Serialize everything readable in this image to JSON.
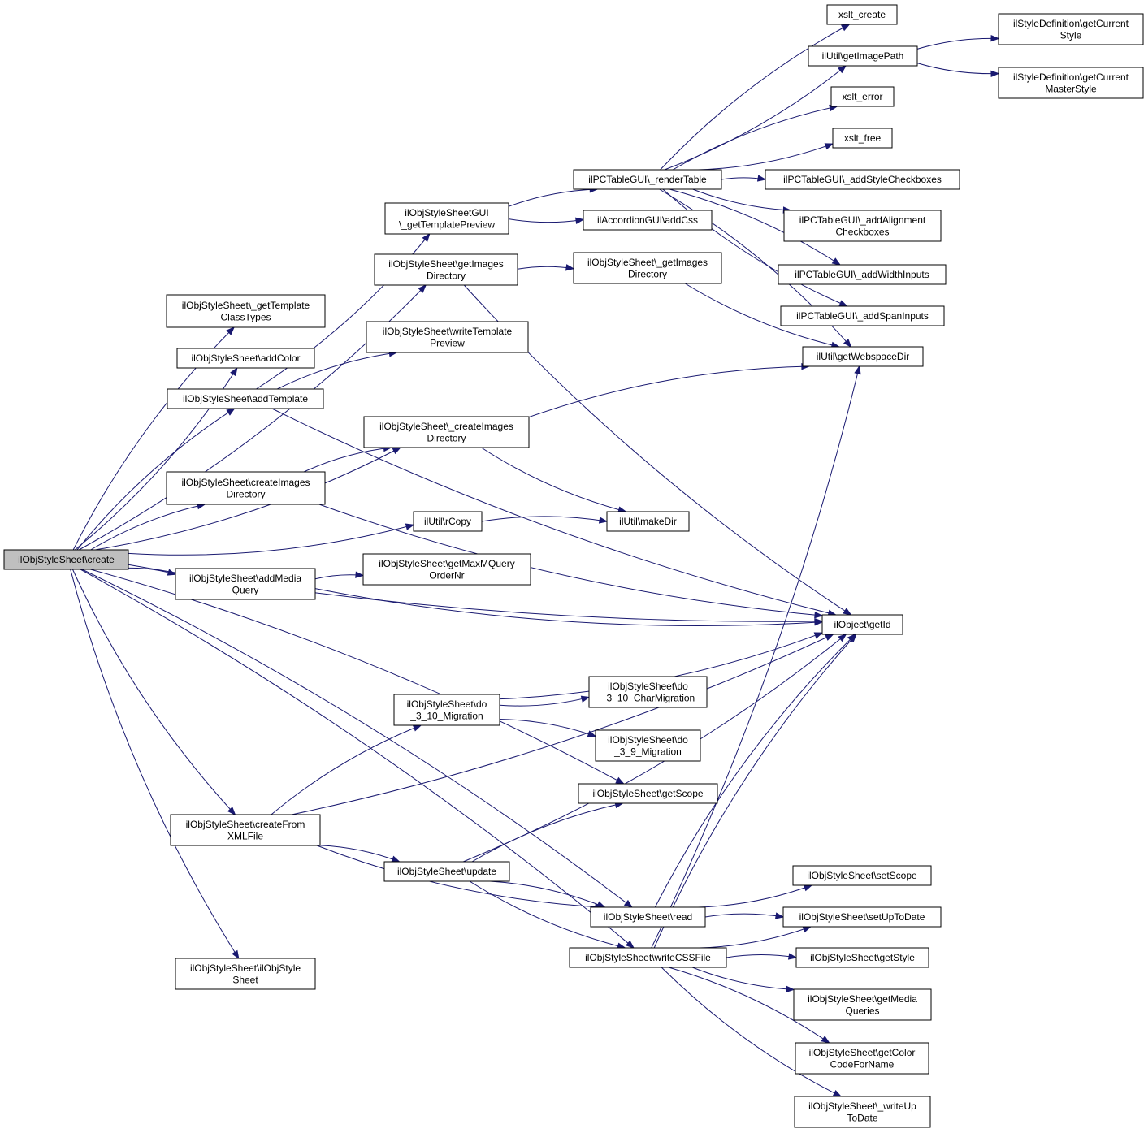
{
  "diagram": {
    "type": "call-graph",
    "edge_color": "#191970",
    "root_fill": "#bfbfbf",
    "root": "create",
    "nodes": [
      {
        "id": "create",
        "lines": [
          "ilObjStyleSheet\\create"
        ],
        "root": true
      },
      {
        "id": "getTemplateClassTypes",
        "lines": [
          "ilObjStyleSheet\\_getTemplate",
          "ClassTypes"
        ]
      },
      {
        "id": "addColor",
        "lines": [
          "ilObjStyleSheet\\addColor"
        ]
      },
      {
        "id": "addTemplate",
        "lines": [
          "ilObjStyleSheet\\addTemplate"
        ]
      },
      {
        "id": "createImagesDirectory",
        "lines": [
          "ilObjStyleSheet\\createImages",
          "Directory"
        ]
      },
      {
        "id": "addMediaQuery",
        "lines": [
          "ilObjStyleSheet\\addMedia",
          "Query"
        ]
      },
      {
        "id": "createFromXMLFile",
        "lines": [
          "ilObjStyleSheet\\createFrom",
          "XMLFile"
        ]
      },
      {
        "id": "ilObjStyleSheetCtor",
        "lines": [
          "ilObjStyleSheet\\ilObjStyle",
          "Sheet"
        ]
      },
      {
        "id": "getTemplatePreview",
        "lines": [
          "ilObjStyleSheetGUI",
          "\\_getTemplatePreview"
        ]
      },
      {
        "id": "getImagesDirectory",
        "lines": [
          "ilObjStyleSheet\\getImages",
          "Directory"
        ]
      },
      {
        "id": "writeTemplatePreview",
        "lines": [
          "ilObjStyleSheet\\writeTemplate",
          "Preview"
        ]
      },
      {
        "id": "_createImagesDirectory",
        "lines": [
          "ilObjStyleSheet\\_createImages",
          "Directory"
        ]
      },
      {
        "id": "rCopy",
        "lines": [
          "ilUtil\\rCopy"
        ]
      },
      {
        "id": "getMaxMQueryOrderNr",
        "lines": [
          "ilObjStyleSheet\\getMaxMQuery",
          "OrderNr"
        ]
      },
      {
        "id": "do310Migration",
        "lines": [
          "ilObjStyleSheet\\do",
          "_3_10_Migration"
        ]
      },
      {
        "id": "update",
        "lines": [
          "ilObjStyleSheet\\update"
        ]
      },
      {
        "id": "renderTable",
        "lines": [
          "ilPCTableGUI\\_renderTable"
        ]
      },
      {
        "id": "addCss",
        "lines": [
          "ilAccordionGUI\\addCss"
        ]
      },
      {
        "id": "_getImagesDirectory",
        "lines": [
          "ilObjStyleSheet\\_getImages",
          "Directory"
        ]
      },
      {
        "id": "makeDir",
        "lines": [
          "ilUtil\\makeDir"
        ]
      },
      {
        "id": "do310CharMigration",
        "lines": [
          "ilObjStyleSheet\\do",
          "_3_10_CharMigration"
        ]
      },
      {
        "id": "do39Migration",
        "lines": [
          "ilObjStyleSheet\\do",
          "_3_9_Migration"
        ]
      },
      {
        "id": "getScope",
        "lines": [
          "ilObjStyleSheet\\getScope"
        ]
      },
      {
        "id": "read",
        "lines": [
          "ilObjStyleSheet\\read"
        ]
      },
      {
        "id": "writeCSSFile",
        "lines": [
          "ilObjStyleSheet\\writeCSSFile"
        ]
      },
      {
        "id": "xsltCreate",
        "lines": [
          "xslt_create"
        ]
      },
      {
        "id": "getImagePath",
        "lines": [
          "ilUtil\\getImagePath"
        ]
      },
      {
        "id": "xsltError",
        "lines": [
          "xslt_error"
        ]
      },
      {
        "id": "xsltFree",
        "lines": [
          "xslt_free"
        ]
      },
      {
        "id": "addStyleCheckboxes",
        "lines": [
          "ilPCTableGUI\\_addStyleCheckboxes"
        ]
      },
      {
        "id": "addAlignmentCheckboxes",
        "lines": [
          "ilPCTableGUI\\_addAlignment",
          "Checkboxes"
        ]
      },
      {
        "id": "addWidthInputs",
        "lines": [
          "ilPCTableGUI\\_addWidthInputs"
        ]
      },
      {
        "id": "addSpanInputs",
        "lines": [
          "ilPCTableGUI\\_addSpanInputs"
        ]
      },
      {
        "id": "getWebspaceDir",
        "lines": [
          "ilUtil\\getWebspaceDir"
        ]
      },
      {
        "id": "getId",
        "lines": [
          "ilObject\\getId"
        ]
      },
      {
        "id": "setScope",
        "lines": [
          "ilObjStyleSheet\\setScope"
        ]
      },
      {
        "id": "setUpToDate",
        "lines": [
          "ilObjStyleSheet\\setUpToDate"
        ]
      },
      {
        "id": "getStyle",
        "lines": [
          "ilObjStyleSheet\\getStyle"
        ]
      },
      {
        "id": "getMediaQueries",
        "lines": [
          "ilObjStyleSheet\\getMedia",
          "Queries"
        ]
      },
      {
        "id": "getColorCodeForName",
        "lines": [
          "ilObjStyleSheet\\getColor",
          "CodeForName"
        ]
      },
      {
        "id": "writeUpToDate",
        "lines": [
          "ilObjStyleSheet\\_writeUp",
          "ToDate"
        ]
      },
      {
        "id": "getCurrentStyle",
        "lines": [
          "ilStyleDefinition\\getCurrent",
          "Style"
        ]
      },
      {
        "id": "getCurrentMasterStyle",
        "lines": [
          "ilStyleDefinition\\getCurrent",
          "MasterStyle"
        ]
      }
    ],
    "edges": [
      [
        "create",
        "getImagesDirectory"
      ],
      [
        "create",
        "getTemplateClassTypes"
      ],
      [
        "create",
        "addColor"
      ],
      [
        "create",
        "addTemplate"
      ],
      [
        "create",
        "_createImagesDirectory"
      ],
      [
        "create",
        "createImagesDirectory"
      ],
      [
        "create",
        "rCopy"
      ],
      [
        "create",
        "addMediaQuery"
      ],
      [
        "create",
        "getId"
      ],
      [
        "create",
        "getScope"
      ],
      [
        "create",
        "createFromXMLFile"
      ],
      [
        "create",
        "read"
      ],
      [
        "create",
        "ilObjStyleSheetCtor"
      ],
      [
        "create",
        "writeCSSFile"
      ],
      [
        "addTemplate",
        "getTemplatePreview"
      ],
      [
        "addTemplate",
        "writeTemplatePreview"
      ],
      [
        "addTemplate",
        "getId"
      ],
      [
        "createImagesDirectory",
        "_createImagesDirectory"
      ],
      [
        "createImagesDirectory",
        "getId"
      ],
      [
        "addMediaQuery",
        "getMaxMQueryOrderNr"
      ],
      [
        "addMediaQuery",
        "getId"
      ],
      [
        "createFromXMLFile",
        "do310Migration"
      ],
      [
        "createFromXMLFile",
        "getId"
      ],
      [
        "createFromXMLFile",
        "update"
      ],
      [
        "createFromXMLFile",
        "read"
      ],
      [
        "getTemplatePreview",
        "renderTable"
      ],
      [
        "getTemplatePreview",
        "addCss"
      ],
      [
        "getImagesDirectory",
        "_getImagesDirectory"
      ],
      [
        "getImagesDirectory",
        "getId"
      ],
      [
        "_createImagesDirectory",
        "getWebspaceDir"
      ],
      [
        "_createImagesDirectory",
        "makeDir"
      ],
      [
        "rCopy",
        "makeDir"
      ],
      [
        "do310Migration",
        "do310CharMigration"
      ],
      [
        "do310Migration",
        "do39Migration"
      ],
      [
        "do310Migration",
        "getId"
      ],
      [
        "update",
        "getScope"
      ],
      [
        "update",
        "getId"
      ],
      [
        "update",
        "read"
      ],
      [
        "update",
        "writeCSSFile"
      ],
      [
        "renderTable",
        "xsltCreate"
      ],
      [
        "renderTable",
        "getImagePath"
      ],
      [
        "renderTable",
        "xsltError"
      ],
      [
        "renderTable",
        "xsltFree"
      ],
      [
        "renderTable",
        "addStyleCheckboxes"
      ],
      [
        "renderTable",
        "addAlignmentCheckboxes"
      ],
      [
        "renderTable",
        "addWidthInputs"
      ],
      [
        "renderTable",
        "addSpanInputs"
      ],
      [
        "renderTable",
        "getWebspaceDir"
      ],
      [
        "_getImagesDirectory",
        "getWebspaceDir"
      ],
      [
        "getImagePath",
        "getCurrentStyle"
      ],
      [
        "getImagePath",
        "getCurrentMasterStyle"
      ],
      [
        "read",
        "getId"
      ],
      [
        "read",
        "setScope"
      ],
      [
        "read",
        "setUpToDate"
      ],
      [
        "writeCSSFile",
        "getWebspaceDir"
      ],
      [
        "writeCSSFile",
        "getId"
      ],
      [
        "writeCSSFile",
        "setUpToDate"
      ],
      [
        "writeCSSFile",
        "getStyle"
      ],
      [
        "writeCSSFile",
        "getMediaQueries"
      ],
      [
        "writeCSSFile",
        "getColorCodeForName"
      ],
      [
        "writeCSSFile",
        "writeUpToDate"
      ]
    ]
  }
}
